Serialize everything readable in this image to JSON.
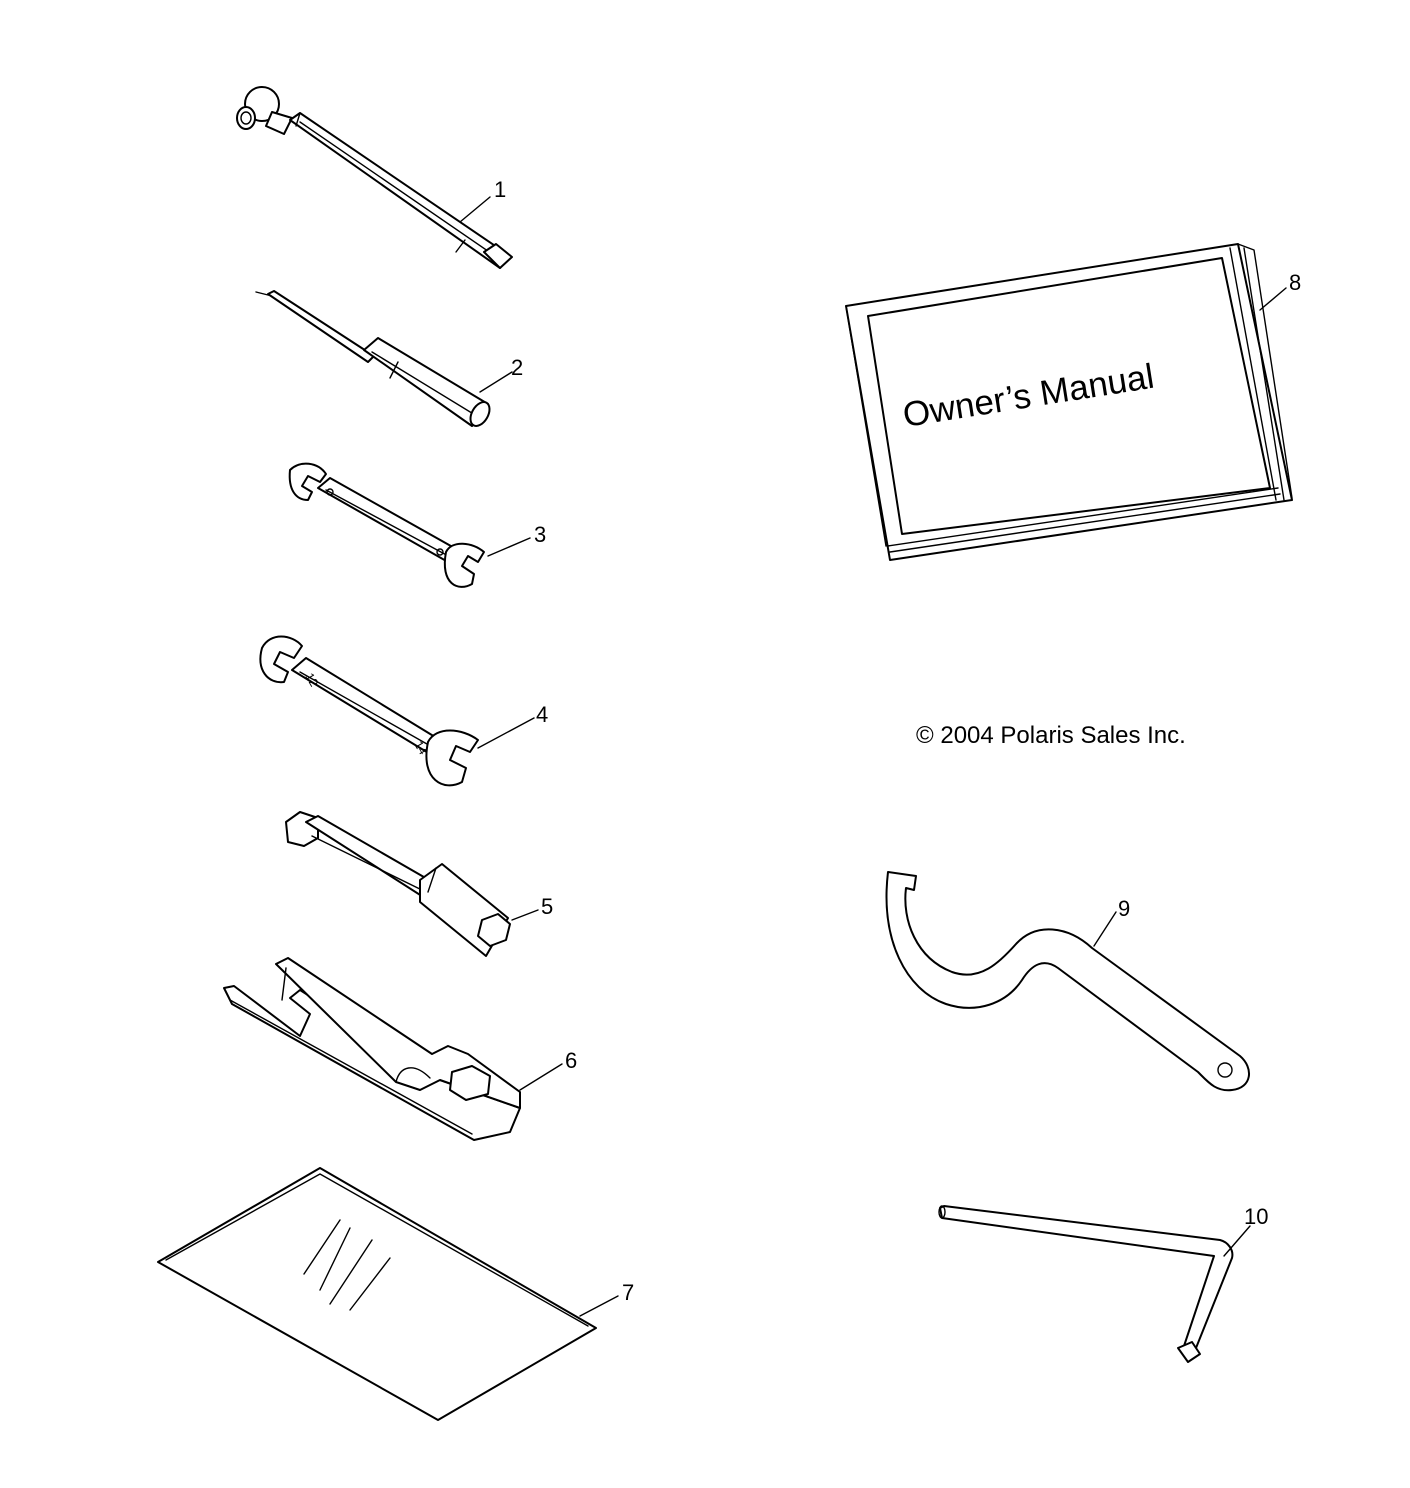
{
  "diagram": {
    "copyright": "© 2004 Polaris Sales Inc.",
    "manual_cover_text": "Owner’s Manual",
    "callouts": [
      "1",
      "2",
      "3",
      "4",
      "5",
      "6",
      "7",
      "8",
      "9",
      "10"
    ],
    "parts": [
      {
        "callout": "1",
        "icon": "tire-pressure-gauge-icon"
      },
      {
        "callout": "2",
        "icon": "screwdriver-icon"
      },
      {
        "callout": "3",
        "icon": "small-open-end-wrench-icon"
      },
      {
        "callout": "4",
        "icon": "open-end-wrench-icon"
      },
      {
        "callout": "5",
        "icon": "spark-plug-socket-icon"
      },
      {
        "callout": "6",
        "icon": "combination-tool-icon"
      },
      {
        "callout": "7",
        "icon": "tool-pouch-icon"
      },
      {
        "callout": "8",
        "icon": "owners-manual-icon"
      },
      {
        "callout": "9",
        "icon": "spanner-wrench-icon"
      },
      {
        "callout": "10",
        "icon": "hex-key-icon"
      }
    ]
  }
}
